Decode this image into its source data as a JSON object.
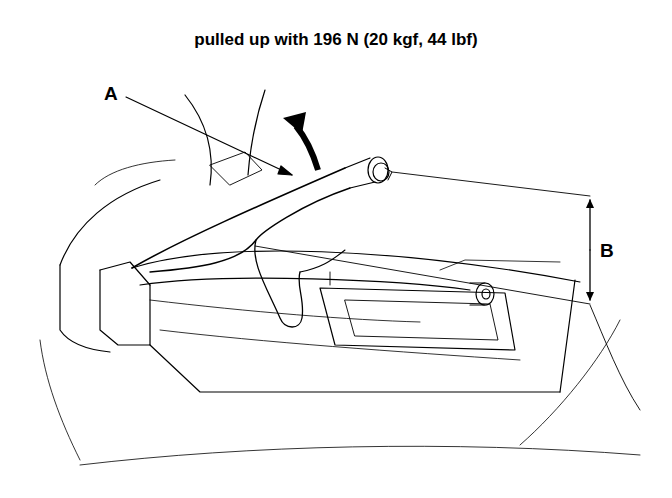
{
  "diagram": {
    "title": "pulled up with 196 N (20 kgf, 44 lbf)",
    "labels": [
      "A",
      "B"
    ]
  }
}
